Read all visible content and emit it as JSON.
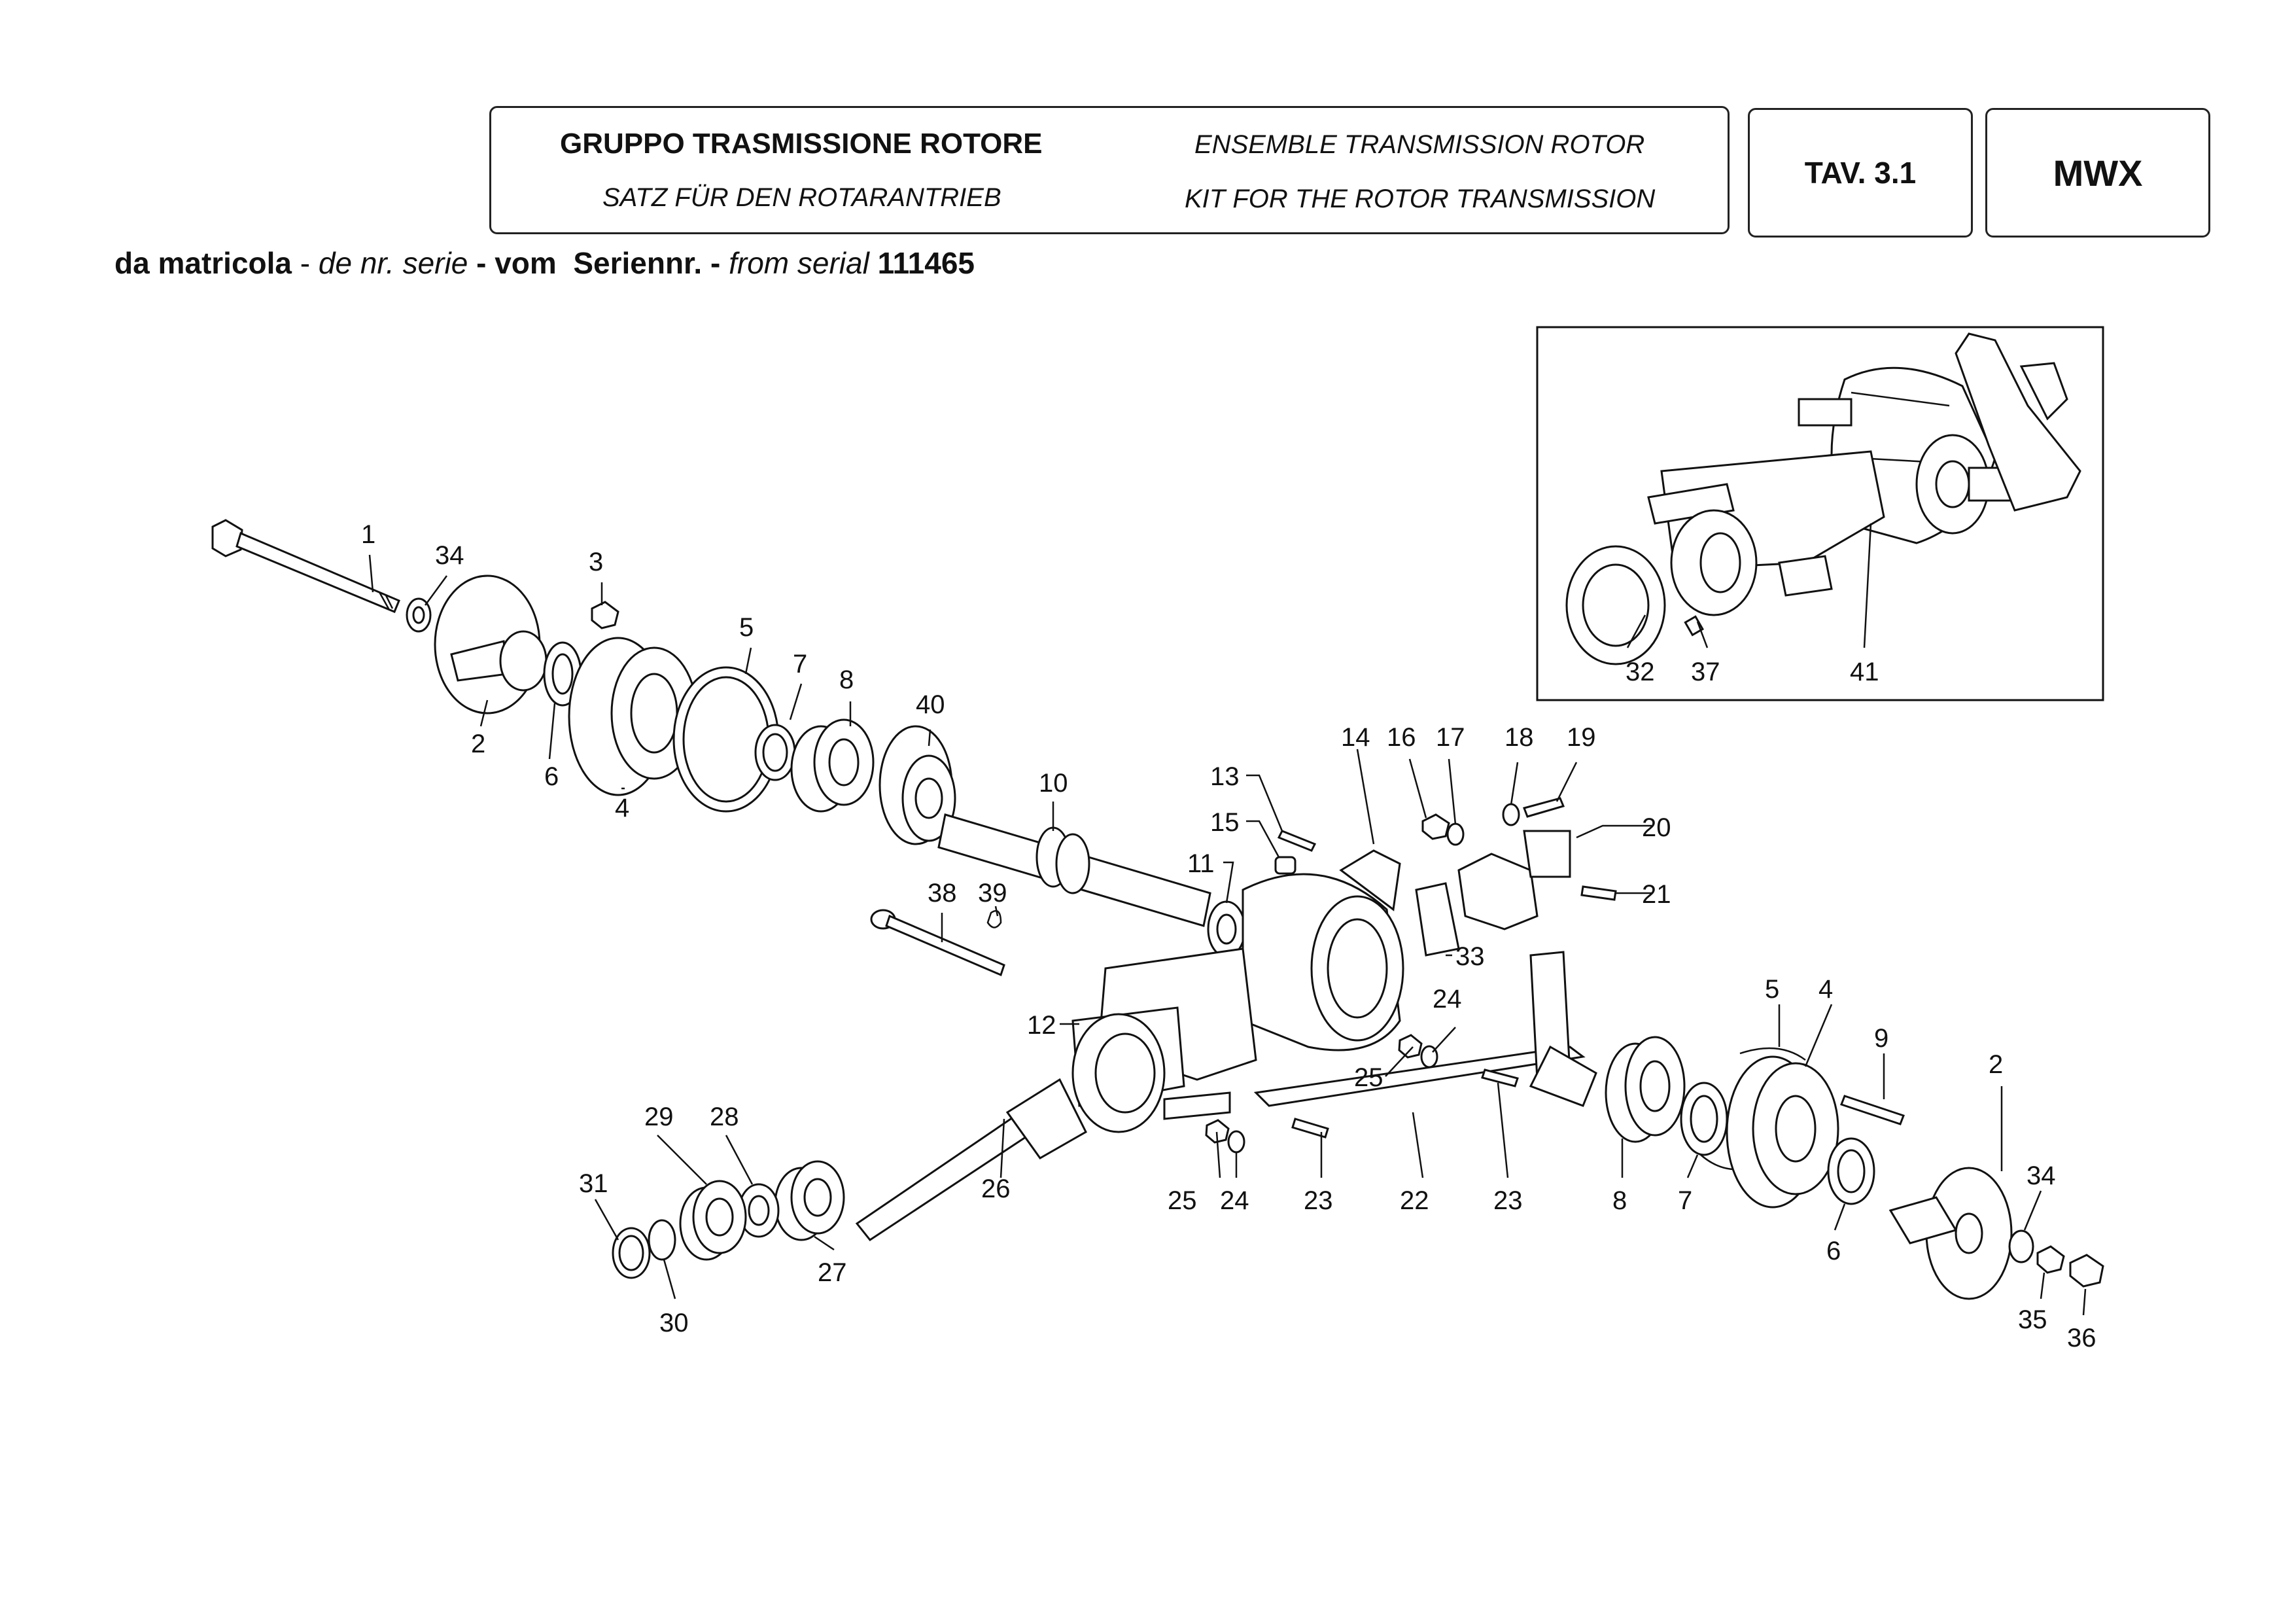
{
  "header": {
    "title_it": "GRUPPO TRASMISSIONE ROTORE",
    "title_fr": "ENSEMBLE TRANSMISSION ROTOR",
    "title_de": "SATZ FÜR DEN ROTARANTRIEB",
    "title_en": "KIT FOR THE ROTOR TRANSMISSION",
    "table_ref": "TAV.  3.1",
    "model_code": "MWX"
  },
  "serial": {
    "it": "da matricola",
    "sep1": " - ",
    "fr": "de nr. serie",
    "sep2": " - ",
    "de": "vom  Seriennr.",
    "sep3": " - ",
    "en": "from serial",
    "number": "111465"
  },
  "callouts": [
    "1",
    "34",
    "3",
    "5",
    "7",
    "8",
    "40",
    "2",
    "6",
    "4",
    "10",
    "13",
    "15",
    "11",
    "14",
    "16",
    "17",
    "18",
    "19",
    "20",
    "21",
    "38",
    "39",
    "33",
    "12",
    "24",
    "25",
    "5",
    "4",
    "9",
    "2",
    "29",
    "28",
    "31",
    "26",
    "25",
    "24",
    "23",
    "22",
    "23",
    "8",
    "7",
    "6",
    "34",
    "27",
    "30",
    "35",
    "36",
    "32",
    "37",
    "41"
  ]
}
